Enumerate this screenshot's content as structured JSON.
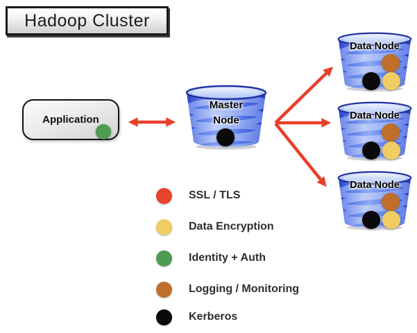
{
  "title": "Hadoop Cluster",
  "nodes": {
    "application": {
      "label": "Application",
      "features": [
        "Identity + Auth"
      ]
    },
    "master": {
      "label_line1": "Master",
      "label_line2": "Node",
      "features": [
        "Kerberos"
      ]
    },
    "data_nodes": [
      {
        "label": "Data Node",
        "features": [
          "Logging / Monitoring",
          "Kerberos",
          "Data Encryption"
        ]
      },
      {
        "label": "Data Node",
        "features": [
          "Logging / Monitoring",
          "Kerberos",
          "Data Encryption"
        ]
      },
      {
        "label": "Data Node",
        "features": [
          "Logging / Monitoring",
          "Kerberos",
          "Data Encryption"
        ]
      }
    ]
  },
  "legend": {
    "items": [
      {
        "name": "ssl-tls",
        "label": "SSL / TLS",
        "color": "#e8432b"
      },
      {
        "name": "data-encryption",
        "label": "Data Encryption",
        "color": "#f0cc63"
      },
      {
        "name": "identity-auth",
        "label": "Identity + Auth",
        "color": "#4e9b51"
      },
      {
        "name": "logging-monitoring",
        "label": "Logging / Monitoring",
        "color": "#c06e2b"
      },
      {
        "name": "kerberos",
        "label": "Kerberos",
        "color": "#0a0a0a"
      }
    ]
  },
  "colors": {
    "arrow": "#e8402a",
    "cylinder_dark_blue": "#2740c4",
    "cylinder_light_blue": "#8fabf4"
  }
}
